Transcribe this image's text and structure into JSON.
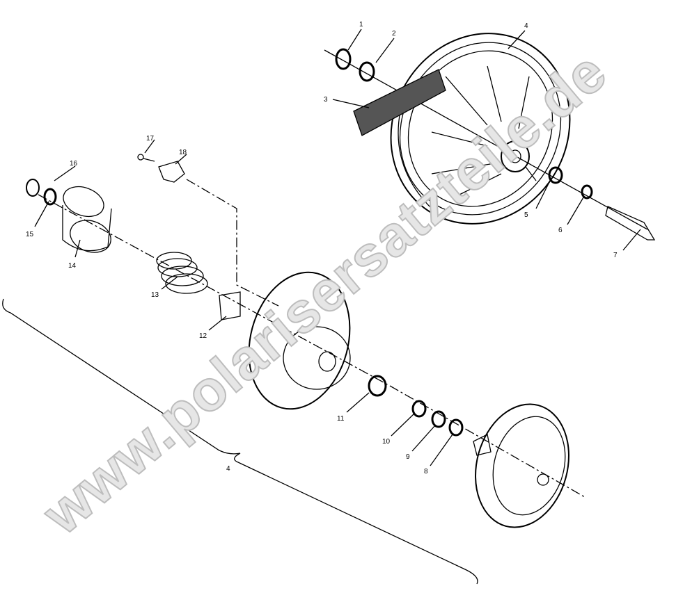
{
  "diagram": {
    "callouts": [
      {
        "id": "1",
        "text": "1"
      },
      {
        "id": "2",
        "text": "2"
      },
      {
        "id": "3",
        "text": "3"
      },
      {
        "id": "4a",
        "text": "4"
      },
      {
        "id": "5",
        "text": "5"
      },
      {
        "id": "6",
        "text": "6"
      },
      {
        "id": "7",
        "text": "7"
      },
      {
        "id": "8",
        "text": "8"
      },
      {
        "id": "9",
        "text": "9"
      },
      {
        "id": "10",
        "text": "10"
      },
      {
        "id": "11",
        "text": "11"
      },
      {
        "id": "12",
        "text": "12"
      },
      {
        "id": "13",
        "text": "13"
      },
      {
        "id": "14",
        "text": "14"
      },
      {
        "id": "15",
        "text": "15"
      },
      {
        "id": "16",
        "text": "16"
      },
      {
        "id": "17",
        "text": "17"
      },
      {
        "id": "18",
        "text": "18"
      },
      {
        "id": "4b",
        "text": "4"
      }
    ],
    "watermark": "www.polarisersatzteile.de"
  }
}
